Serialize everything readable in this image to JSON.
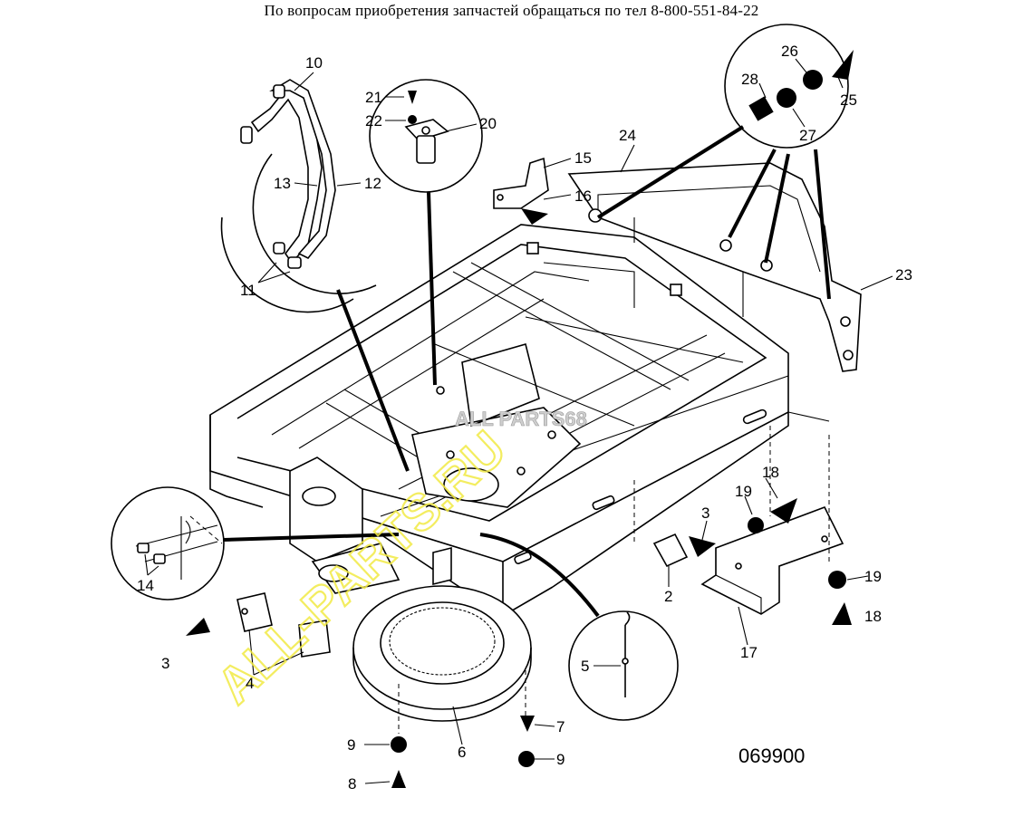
{
  "header": {
    "text": "По вопросам приобретения запчастей обращаться по тел 8-800-551-84-22"
  },
  "diagram_code": "069900",
  "watermark": {
    "text": "ALL-PARTS.RU",
    "logo_text": "ALL PARTS68",
    "color": "#f2ea45"
  },
  "callouts": {
    "c10": "10",
    "c13": "13",
    "c12": "12",
    "c11": "11",
    "c21": "21",
    "c22": "22",
    "c20": "20",
    "c15": "15",
    "c16": "16",
    "c24": "24",
    "c26": "26",
    "c28": "28",
    "c25": "25",
    "c27": "27",
    "c23": "23",
    "c18a": "18",
    "c19a": "19",
    "c3a": "3",
    "c2": "2",
    "c17": "17",
    "c19b": "19",
    "c18b": "18",
    "c14": "14",
    "c3b": "3",
    "c4": "4",
    "c5": "5",
    "c7": "7",
    "c9a": "9",
    "c9b": "9",
    "c6": "6",
    "c8": "8"
  }
}
